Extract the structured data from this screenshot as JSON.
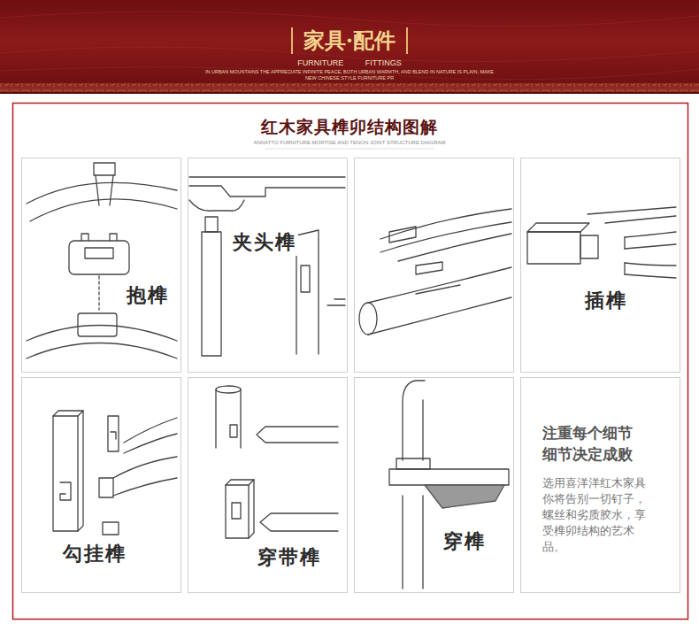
{
  "diagram": {
    "title": "红木家具榫卯结构图解",
    "nodes": [
      {
        "text": [
          "家具·配件",
          "FURNITURE FITTINGS",
          "IN URBAN MOUNTAINS THE APPRECIATE INFINITE PEACE, BOTH URBAN WARMTH, AND BLEND IN NATURE IS PLAIN, MAKE NEW CHINESE STYLE FURNITURE PR"
        ]
      },
      {
        "text": [
          "抱榫"
        ]
      },
      {
        "text": [
          "夹头榫"
        ]
      },
      {
        "text": [
          "插榫"
        ]
      },
      {
        "text": [
          "勾挂榫"
        ]
      },
      {
        "text": [
          "穿带榫"
        ]
      },
      {
        "text": [
          "穿榫"
        ]
      },
      {
        "text": [
          "注重每个细节 细节决定成败",
          "选用喜洋洋红木家具你将告别一切钉子，螺丝和劣质胶水，享受榫卯结构的艺术品。"
        ]
      }
    ],
    "labels": [
      "ANNATTO FURNITURE MORTISE AND TENON JOINT STRUCTURE DIAGRAM"
    ]
  }
}
